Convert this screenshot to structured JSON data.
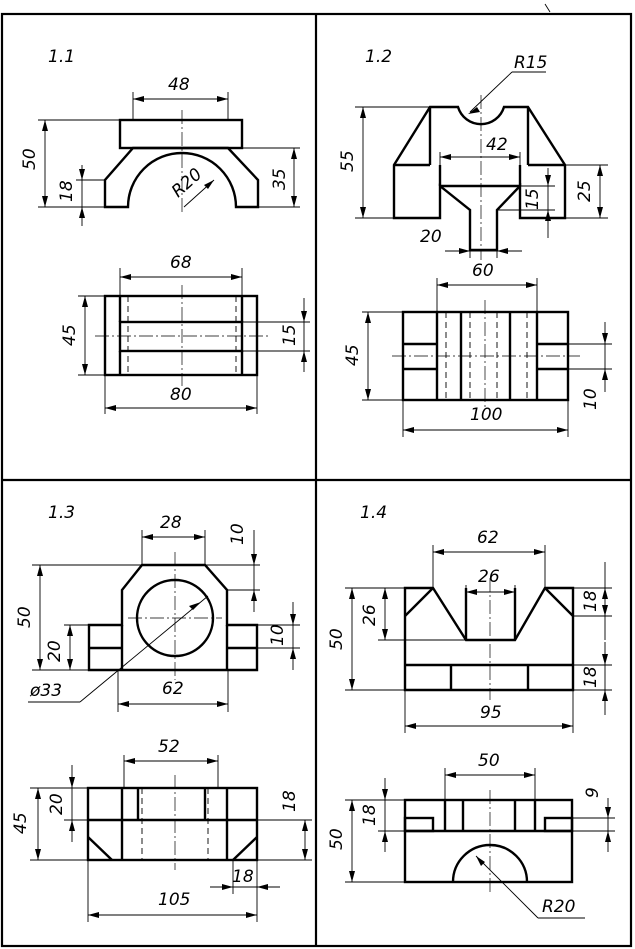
{
  "panels": [
    {
      "label": "1.1",
      "dims": {
        "top_width": "48",
        "height": "50",
        "base_height": "18",
        "arc_radius": "R20",
        "right_height": "35",
        "plan_inner": "68",
        "plan_depth": "45",
        "plan_slot": "15",
        "plan_width": "80"
      }
    },
    {
      "label": "1.2",
      "dims": {
        "notch_radius": "R15",
        "height": "55",
        "slot_top": "42",
        "right_height": "25",
        "slot_depth": "15",
        "slot_bottom": "20",
        "plan_inner": "60",
        "plan_depth": "45",
        "plan_width": "100",
        "plan_slot": "10"
      }
    },
    {
      "label": "1.3",
      "dims": {
        "lug_width": "28",
        "lug_offset": "10",
        "height": "50",
        "base_height": "20",
        "flange": "10",
        "bore": "ø33",
        "base_inner": "62",
        "plan_inner": "52",
        "plan_band": "20",
        "plan_depth": "45",
        "plan_right": "18",
        "plan_chamfer": "18",
        "plan_width": "105"
      }
    },
    {
      "label": "1.4",
      "dims": {
        "top_width": "62",
        "slot_width": "26",
        "height": "50",
        "inner_height": "26",
        "top_step": "18",
        "base_step": "18",
        "width": "95",
        "plan_inner": "50",
        "plan_step": "9",
        "plan_band": "18",
        "plan_depth": "50",
        "arc_radius": "R20"
      }
    }
  ]
}
